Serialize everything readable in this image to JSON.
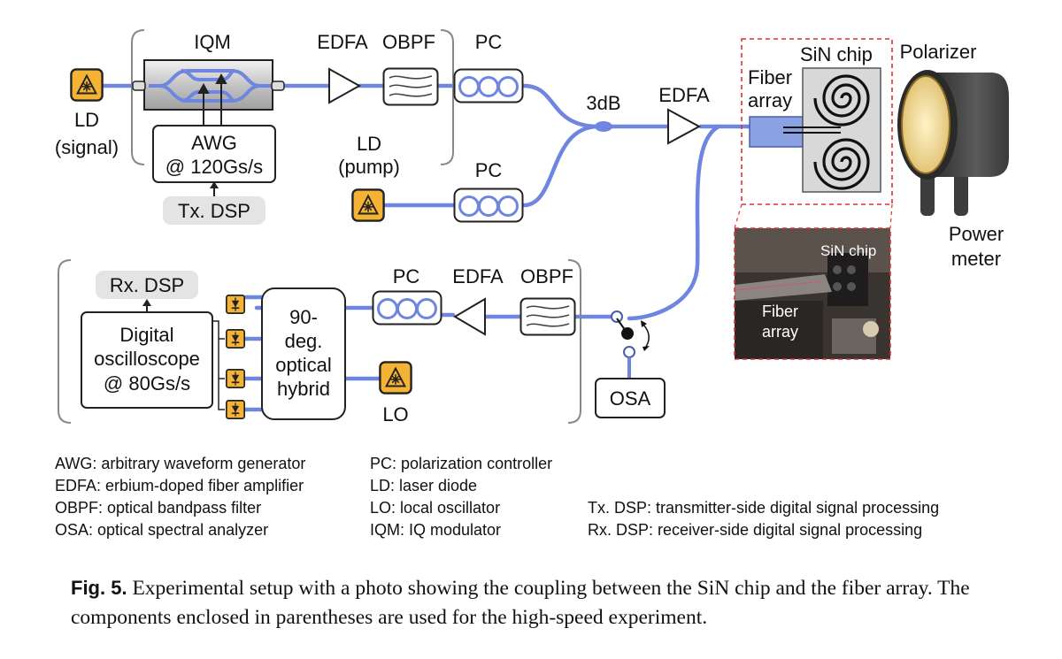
{
  "labels": {
    "iqm": "IQM",
    "edfa": "EDFA",
    "obpf": "OBPF",
    "pc": "PC",
    "splitter": "3dB",
    "ld": "LD",
    "signal": "(signal)",
    "pump": "(pump)",
    "awg_line1": "AWG",
    "awg_line2": "@ 120Gs/s",
    "tx_dsp": "Tx. DSP",
    "fiber": "Fiber",
    "array": "array",
    "sin_chip": "SiN chip",
    "polarizer": "Polarizer",
    "power": "Power",
    "meter": "meter",
    "rx_dsp": "Rx. DSP",
    "digital": "Digital",
    "oscilloscope": "oscilloscope",
    "osc_rate": "@ 80Gs/s",
    "hybrid_line1": "90-",
    "hybrid_line2": "deg.",
    "hybrid_line3": "optical",
    "hybrid_line4": "hybrid",
    "lo": "LO",
    "osa": "OSA"
  },
  "legend": {
    "col1": [
      "AWG: arbitrary waveform generator",
      "EDFA: erbium-doped fiber amplifier",
      "OBPF: optical bandpass filter",
      "OSA: optical spectral analyzer"
    ],
    "col2": [
      "PC: polarization controller",
      "LD: laser diode",
      "LO: local oscillator",
      "IQM: IQ modulator"
    ],
    "col3": [
      "Tx. DSP: transmitter-side digital signal processing",
      "Rx. DSP: receiver-side digital signal processing"
    ]
  },
  "caption": {
    "label": "Fig. 5.",
    "text": "Experimental setup with a photo showing the coupling between the SiN chip and the fiber array. The components enclosed in parentheses are used for the high-speed experiment."
  },
  "colors": {
    "fiber": "#6f86e0",
    "ld_fill": "#f5b335",
    "dashed_box": "#e03030",
    "dsp_fill": "#e4e4e4"
  }
}
